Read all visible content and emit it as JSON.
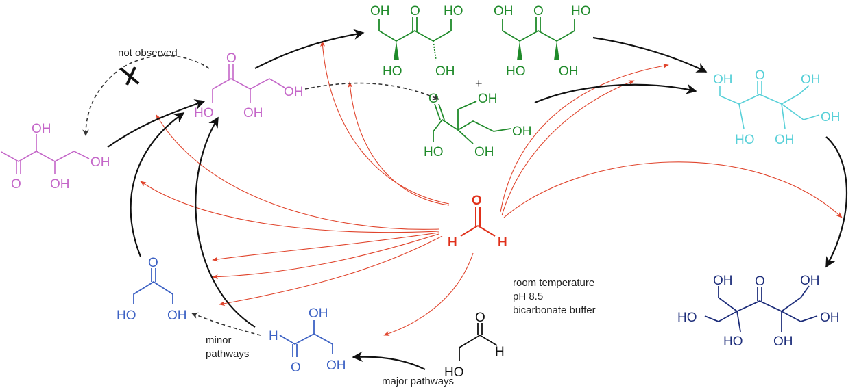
{
  "colors": {
    "pentose": "#c466c8",
    "tetrose": "#1f8a2a",
    "branched": "#58d0d8",
    "product": "#1d2d7a",
    "triose": "#3d62c4",
    "formaldehyde": "#e0301a"
  },
  "labels": {
    "not_observed": "not observed",
    "plus": "+",
    "conditions": [
      "room temperature",
      "pH 8.5",
      "bicarbonate buffer"
    ],
    "minor_pathways": [
      "minor",
      "pathways"
    ],
    "major_pathways": "major pathways"
  },
  "atoms": {
    "OH": "OH",
    "HO": "HO",
    "O": "O",
    "H": "H"
  }
}
